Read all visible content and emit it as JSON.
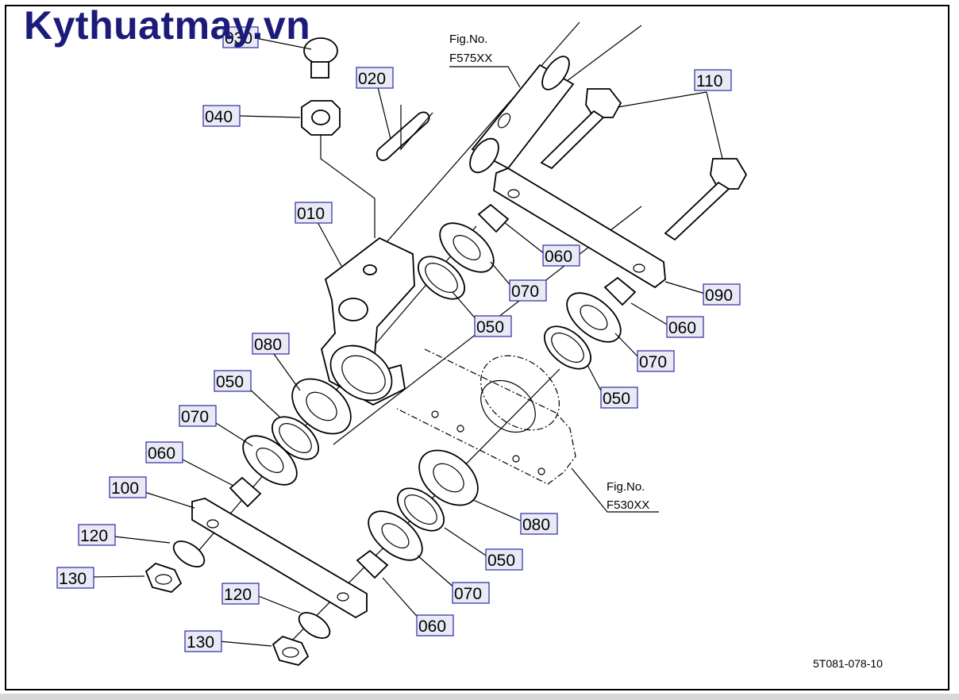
{
  "watermark": "Kythuatmay.vn",
  "figure_code": "5T081-078-10",
  "references": [
    {
      "line1": "Fig.No.",
      "line2": "F575XX"
    },
    {
      "line1": "Fig.No.",
      "line2": "F530XX"
    }
  ],
  "callouts": [
    "030",
    "040",
    "020",
    "110",
    "010",
    "060",
    "070",
    "090",
    "050",
    "060",
    "080",
    "070",
    "050",
    "050",
    "070",
    "060",
    "080",
    "100",
    "050",
    "120",
    "130",
    "070",
    "120",
    "060",
    "130"
  ]
}
